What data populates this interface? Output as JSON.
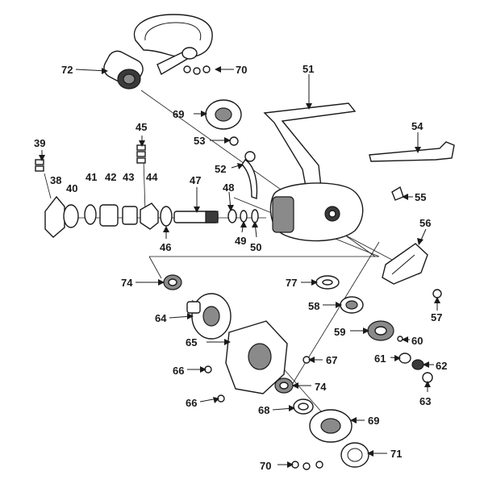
{
  "diagram": {
    "labels": {
      "p39": "39",
      "p38": "38",
      "p40": "40",
      "p41": "41",
      "p42": "42",
      "p43": "43",
      "p44": "44",
      "p45": "45",
      "p46": "46",
      "p47": "47",
      "p48": "48",
      "p49": "49",
      "p50": "50",
      "p51": "51",
      "p52": "52",
      "p53": "53",
      "p54": "54",
      "p55": "55",
      "p56": "56",
      "p57": "57",
      "p58": "58",
      "p59": "59",
      "p60": "60",
      "p61": "61",
      "p62": "62",
      "p63": "63",
      "p64": "64",
      "p65": "65",
      "p66a": "66",
      "p66b": "66",
      "p67": "67",
      "p68": "68",
      "p69a": "69",
      "p69b": "69",
      "p70a": "70",
      "p70b": "70",
      "p71": "71",
      "p72": "72",
      "p74a": "74",
      "p74b": "74",
      "p77": "77"
    }
  }
}
